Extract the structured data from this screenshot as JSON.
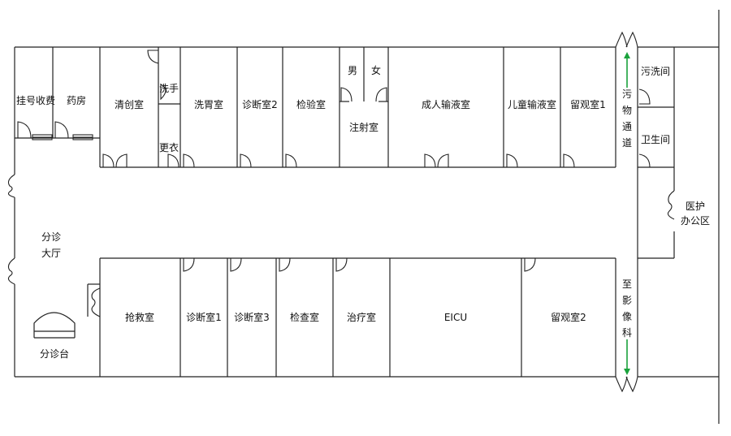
{
  "rooms_top": {
    "guahao": "挂号收费",
    "yaofang": "药房",
    "qingchuang": "清创室",
    "xishou": "洗手",
    "gengyi": "更衣",
    "xiwei": "洗胃室",
    "zhenduan2": "诊断室2",
    "jianyan": "检验室",
    "nan": "男",
    "nv": "女",
    "zhushe": "注射室",
    "chengren": "成人输液室",
    "ertong": "儿童输液室",
    "liuguan1": "留观室1",
    "wuxi": "污洗间",
    "weisheng": "卫生间"
  },
  "rooms_bottom": {
    "qiangjiu": "抢救室",
    "zhenduan1": "诊断室1",
    "zhenduan3": "诊断室3",
    "jiancha": "检查室",
    "zhiliao": "治疗室",
    "eicu": "EICU",
    "liuguan2": "留观室2"
  },
  "hall": {
    "fenzhen_line1": "分诊",
    "fenzhen_line2": "大厅",
    "desk": "分诊台"
  },
  "passages": {
    "wuwu": [
      "污",
      "物",
      "通",
      "道"
    ],
    "zhiying": [
      "至",
      "影",
      "像",
      "科"
    ],
    "yihu_line1": "医护",
    "yihu_line2": "办公区"
  },
  "colors": {
    "wall": "#222222",
    "arrow": "#1aa23c"
  }
}
